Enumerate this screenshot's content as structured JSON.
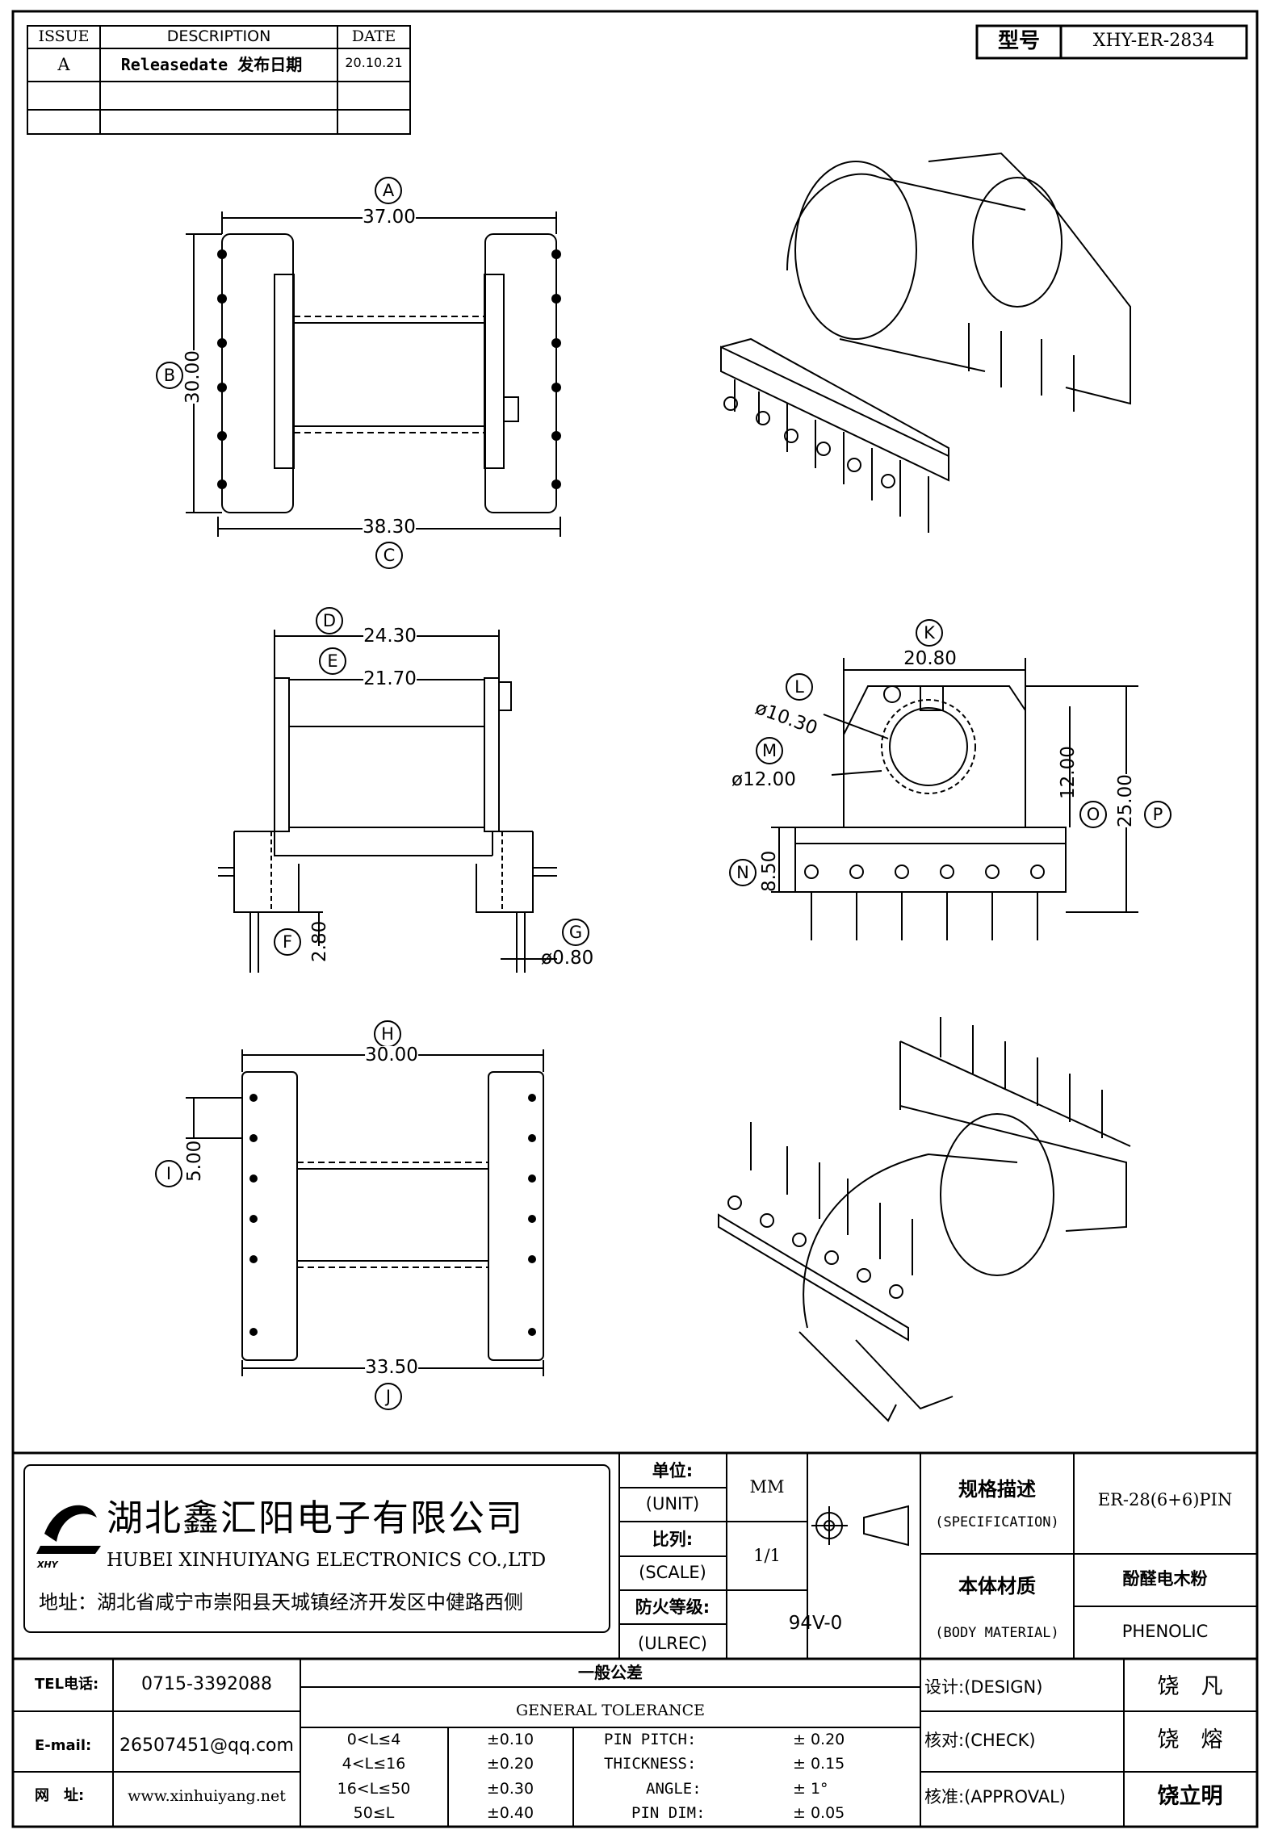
{
  "revision": {
    "headers": {
      "issue": "ISSUE",
      "description": "DESCRIPTION",
      "date": "DATE"
    },
    "rows": [
      {
        "issue": "A",
        "description": "Releasedate 发布日期",
        "date": "20.10.21"
      }
    ]
  },
  "model": {
    "label": "型号",
    "value": "XHY-ER-2834"
  },
  "dimensions": {
    "A": {
      "tag": "A",
      "value": "37.00"
    },
    "B": {
      "tag": "B",
      "value": "30.00"
    },
    "C": {
      "tag": "C",
      "value": "38.30"
    },
    "D": {
      "tag": "D",
      "value": "24.30"
    },
    "E": {
      "tag": "E",
      "value": "21.70"
    },
    "F": {
      "tag": "F",
      "value": "2.80"
    },
    "G": {
      "tag": "G",
      "value": "ø0.80"
    },
    "H": {
      "tag": "H",
      "value": "30.00"
    },
    "I": {
      "tag": "I",
      "value": "5.00"
    },
    "J": {
      "tag": "J",
      "value": "33.50"
    },
    "K": {
      "tag": "K",
      "value": "20.80"
    },
    "L": {
      "tag": "L",
      "value": "ø10.30"
    },
    "M": {
      "tag": "M",
      "value": "ø12.00"
    },
    "N": {
      "tag": "N",
      "value": "8.50"
    },
    "O": {
      "tag": "O",
      "value": "12.00"
    },
    "P": {
      "tag": "P",
      "value": "25.00"
    }
  },
  "company": {
    "name_cn": "湖北鑫汇阳电子有限公司",
    "name_en": "HUBEI XINHUIYANG ELECTRONICS CO.,LTD",
    "address": "地址：湖北省咸宁市崇阳县天城镇经济开发区中健路西侧",
    "logo_text": "XHY"
  },
  "spec_block": {
    "unit_cn": "单位:",
    "unit_en": "(UNIT)",
    "unit_value": "MM",
    "scale_cn": "比列:",
    "scale_en": "(SCALE)",
    "scale_value": "1/1",
    "fire_cn": "防火等级:",
    "fire_en": "(ULREC)",
    "fire_value": "94V-0",
    "spec_cn": "规格描述",
    "spec_en": "(SPECIFICATION)",
    "spec_value": "ER-28(6+6)PIN",
    "material_cn": "本体材质",
    "material_en": "(BODY MATERIAL)",
    "material_value_cn": "酚醛电木粉",
    "material_value_en": "PHENOLIC"
  },
  "contact": {
    "tel_label": "TEL电话:",
    "tel": "0715-3392088",
    "email_label": "E-mail:",
    "email": "26507451@qq.com",
    "web_label": "网　址:",
    "web": "www.xinhuiyang.net"
  },
  "tolerance": {
    "title_cn": "一般公差",
    "title_en": "GENERAL TOLERANCE",
    "ranges": [
      {
        "range": "0<L≤4",
        "tol": "±0.10"
      },
      {
        "range": "4<L≤16",
        "tol": "±0.20"
      },
      {
        "range": "16<L≤50",
        "tol": "±0.30"
      },
      {
        "range": "50≤L",
        "tol": "±0.40"
      }
    ],
    "items": [
      {
        "name": "PIN PITCH:",
        "tol": "±  0.20"
      },
      {
        "name": "THICKNESS:",
        "tol": "±  0.15"
      },
      {
        "name": "ANGLE:",
        "tol": "±  1°"
      },
      {
        "name": "PIN DIM:",
        "tol": "±  0.05"
      }
    ]
  },
  "approvals": {
    "design_label": "设计:(DESIGN)",
    "design": "饶　凡",
    "check_label": "核对:(CHECK)",
    "check": "饶　熔",
    "approval_label": "核准:(APPROVAL)",
    "approval": "饶立明"
  }
}
